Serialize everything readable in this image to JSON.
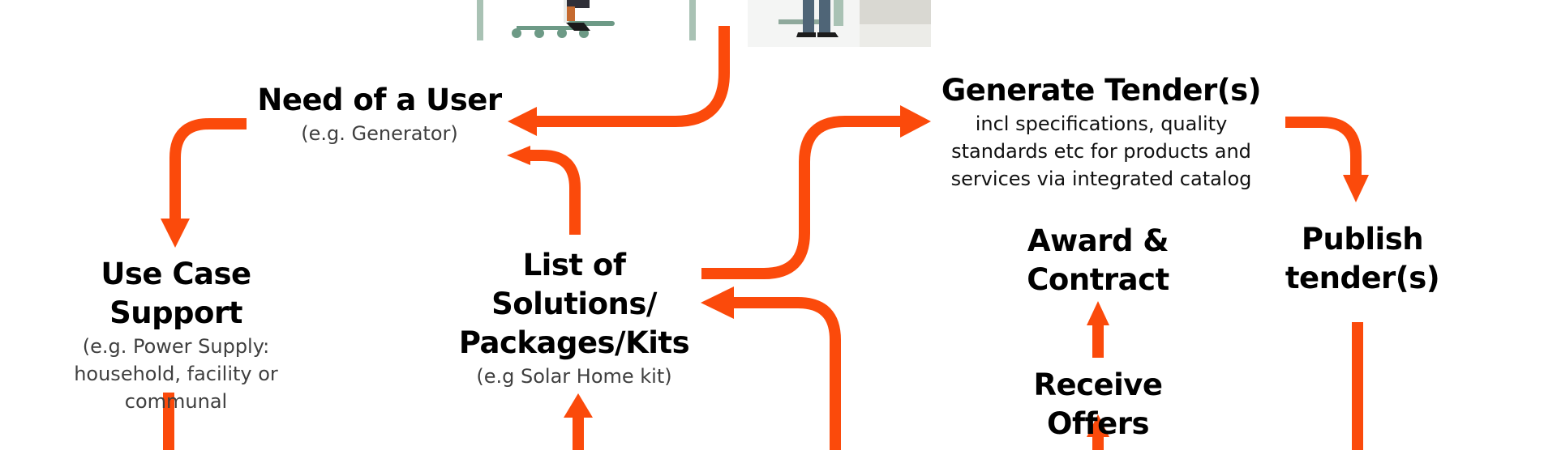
{
  "nodes": {
    "need_of_user": {
      "title": "Need of a User",
      "sub": "(e.g.  Generator)"
    },
    "use_case": {
      "title": "Use Case Support",
      "sub": [
        "(e.g. Power Supply:",
        "household, facility or",
        "communal"
      ]
    },
    "solutions": {
      "title": [
        "List of",
        "Solutions/",
        "Packages/Kits"
      ],
      "sub": "(e.g Solar Home kit)"
    },
    "generate_tender": {
      "title": "Generate Tender(s)",
      "sub": [
        "incl specifications, quality",
        "standards etc for products and",
        "services via integrated catalog"
      ]
    },
    "award": {
      "title": [
        "Award &",
        "Contract"
      ]
    },
    "publish": {
      "title": [
        "Publish",
        "tender(s)"
      ]
    },
    "receive_offers": {
      "title": "Receive Offers"
    }
  },
  "colors": {
    "arrow": "#fb4a0b",
    "title": "#000000",
    "sub": "#3f3f3f"
  }
}
